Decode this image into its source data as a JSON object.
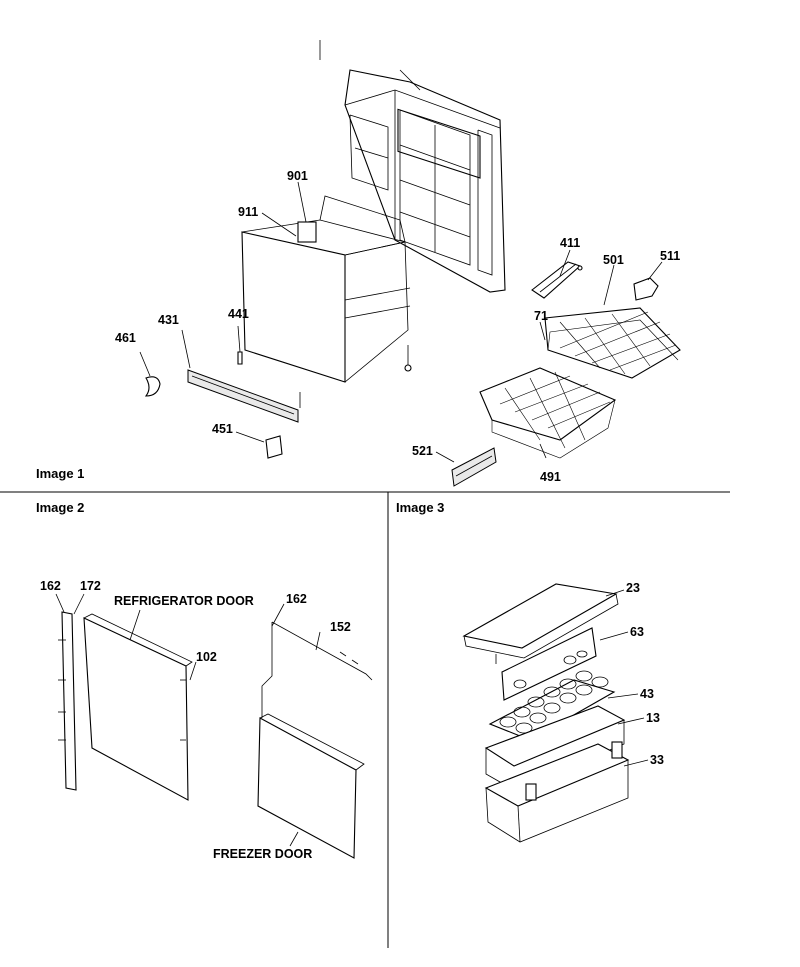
{
  "panels": [
    {
      "id": "image-1",
      "caption": "Image 1"
    },
    {
      "id": "image-2",
      "caption": "Image 2"
    },
    {
      "id": "image-3",
      "caption": "Image 3"
    }
  ],
  "image1_callouts": [
    "901",
    "911",
    "411",
    "501",
    "511",
    "71",
    "441",
    "431",
    "461",
    "451",
    "521",
    "491"
  ],
  "image2_callouts": [
    "162",
    "172",
    "102",
    "162",
    "152"
  ],
  "image2_labels": {
    "refrigerator_door": "REFRIGERATOR DOOR",
    "freezer_door": "FREEZER DOOR"
  },
  "image3_callouts": [
    "23",
    "63",
    "43",
    "13",
    "33"
  ]
}
